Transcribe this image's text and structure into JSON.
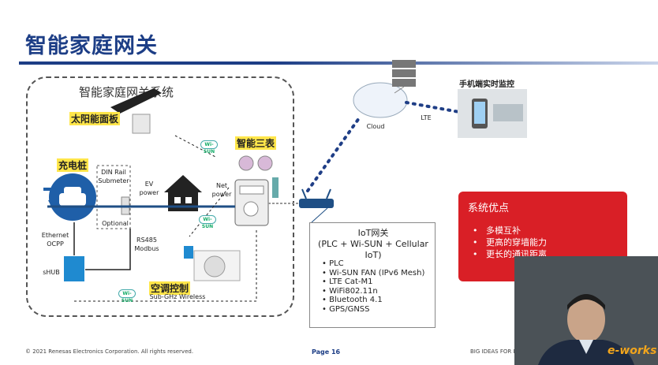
{
  "slide": {
    "title": "智能家庭网关",
    "system_label": "智能家庭网关系统",
    "solar_label": "太阳能面板",
    "meter_label": "智能三表",
    "charger_label": "充电桩",
    "ac_label": "空调控制",
    "din_rail": "DIN Rail\nSubmeter",
    "optional": "Optional",
    "ev_power": "EV\npower",
    "net_power": "Net\npower",
    "ethernet": "Ethernet\nOCPP",
    "rs485": "RS485\nModbus",
    "shub": "sHUB",
    "subghz": "Sub-GHz Wireless",
    "wisun": "Wi-SUN",
    "cloud": "Cloud",
    "lte": "LTE",
    "phone_label": "手机端实时监控",
    "gateway": {
      "title": "IoT网关",
      "subtitle": "(PLC + Wi-SUN + Cellular\nIoT)",
      "items": [
        "PLC",
        "Wi-SUN FAN (IPv6 Mesh)",
        "LTE Cat-M1",
        "WiFi802.11n",
        "Bluetooth 4.1",
        "GPS/GNSS"
      ]
    },
    "advantages": {
      "title": "系统优点",
      "items": [
        "多模互补",
        "更高的穿墙能力",
        "更长的通讯距离"
      ]
    }
  },
  "footer": {
    "copyright": "© 2021 Renesas Electronics Corporation. All rights reserved.",
    "page": "Page 16",
    "tagline": "BIG IDEAS FOR EVE",
    "watermark": "e-works"
  },
  "colors": {
    "title": "#1d3e86",
    "accent_red": "#d91f26",
    "highlight_yellow": "#ffe64a",
    "connector_blue": "#1d3e86"
  }
}
